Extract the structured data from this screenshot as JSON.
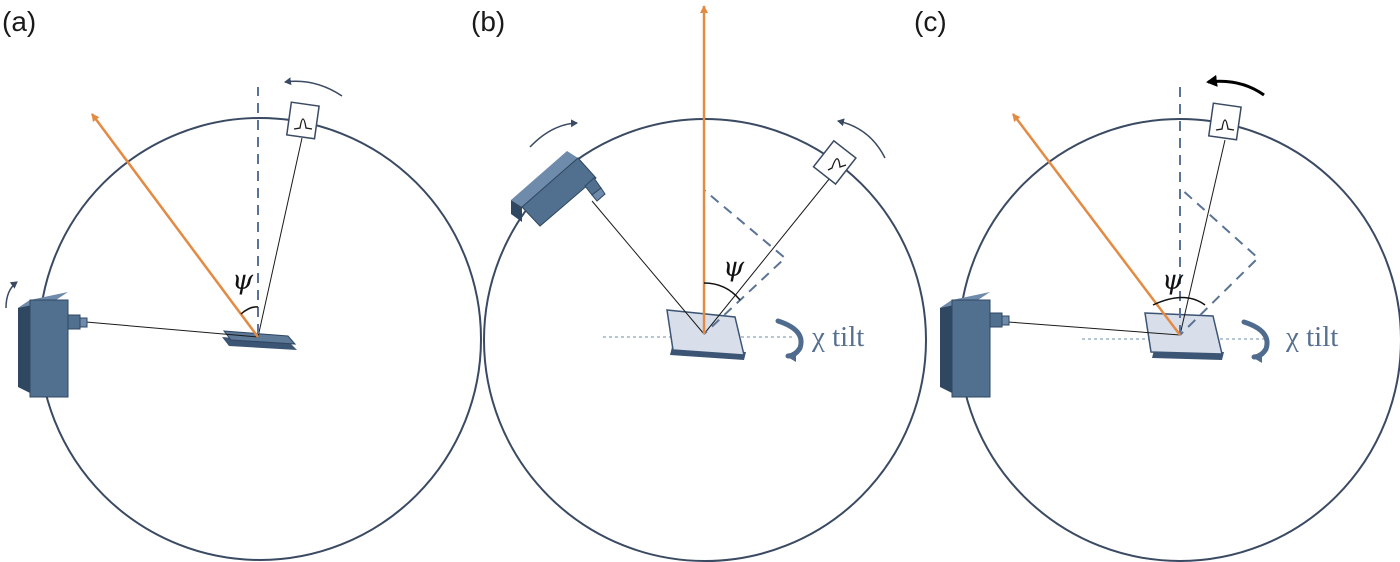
{
  "figure": {
    "colors": {
      "circle": "#3a4a63",
      "beam": "#e38a43",
      "normal_dashed": "#5a7396",
      "rays": "#1a1a1a",
      "source_body": "#51708f",
      "source_dark": "#2f4761",
      "sample_face": "#d9dfea",
      "sample_edge": "#3c5575",
      "tilt_text": "#56708f",
      "rotation_arrow": "#3a4a63"
    },
    "icons": {
      "source": "x-ray-tube-icon",
      "detector": "detector-peak-icon",
      "rotation": "rotation-arrow-icon",
      "tilt": "tilt-arrow-icon"
    },
    "panels": [
      {
        "label": "(a)",
        "psi_symbol": "ψ"
      },
      {
        "label": "(b)",
        "psi_symbol": "ψ",
        "tilt_label": "χ tilt"
      },
      {
        "label": "(c)",
        "psi_symbol": "ψ",
        "tilt_label": "χ tilt"
      }
    ]
  }
}
